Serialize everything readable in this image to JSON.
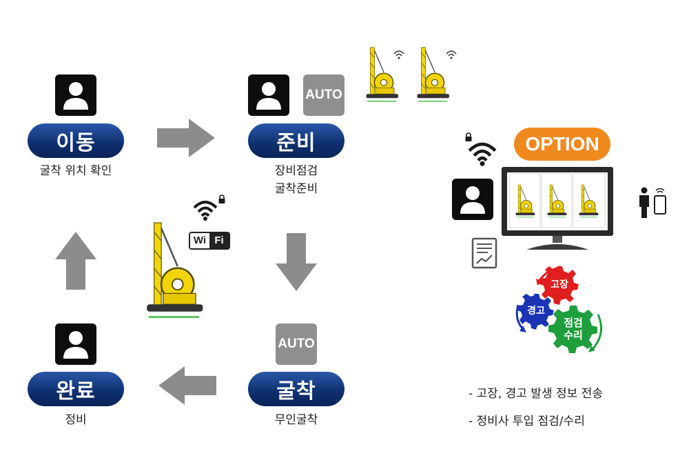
{
  "steps": {
    "move": {
      "title": "이동",
      "desc": "굴착 위치 확인"
    },
    "prepare": {
      "title": "준비",
      "desc_line1": "장비점검",
      "desc_line2": "굴착준비"
    },
    "excavate": {
      "title": "굴착",
      "desc": "무인굴착"
    },
    "complete": {
      "title": "완료",
      "desc": "정비"
    }
  },
  "auto_label": "AUTO",
  "wifi_badge": {
    "wi": "Wi",
    "fi": "Fi"
  },
  "option_label": "OPTION",
  "gears": {
    "fault": "고장",
    "warning": "경고",
    "inspect_line1": "점검",
    "inspect_line2": "수리"
  },
  "notes": [
    "- 고장, 경고 발생 정보 전송",
    "- 정비사 투입 점검/수리"
  ],
  "icons": [
    "person-icon",
    "auto-badge",
    "arrow-icon",
    "drill-rig-icon",
    "wifi-lock-icon",
    "monitor-icon",
    "report-icon",
    "person-phone-icon",
    "gear-icon"
  ],
  "colors": {
    "pill_blue": "#0f2f6e",
    "option_orange": "#f08a1e",
    "arrow_gray": "#8c8c8c",
    "rig_yellow": "#f2d40a",
    "gear_red": "#e01e1e",
    "gear_blue": "#1b34b5",
    "gear_green": "#1e9e3c"
  }
}
